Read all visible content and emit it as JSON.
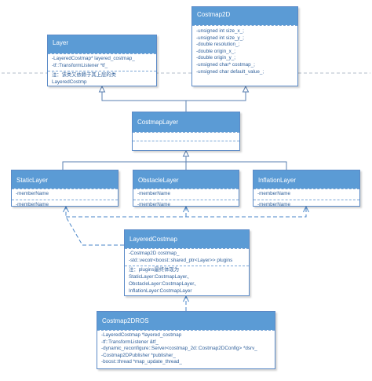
{
  "classes": {
    "layer": {
      "title": "Layer",
      "members": [
        "-LayeredCostmap* layered_costmap_",
        "-tf::TransformListener *tf_"
      ],
      "note": [
        "注：该类又依赖于其上层的类",
        "LayeredCostmp"
      ]
    },
    "costmap2d": {
      "title": "Costmap2D",
      "members": [
        "-unsigned int size_x_;",
        "-unsigned int size_y_;",
        "-double resolution_;",
        "-double origin_x_;",
        "-double origin_y_;",
        "-unsigned char* costmap_;",
        "-unsigned char default_value_;"
      ]
    },
    "costmaplayer": {
      "title": "CostmapLayer"
    },
    "staticlayer": {
      "title": "StaticLayer",
      "members": [
        "-memberName"
      ],
      "methods": [
        "-memberName"
      ]
    },
    "obstaclelayer": {
      "title": "ObstacleLayer",
      "members": [
        "-memberName"
      ],
      "methods": [
        "-memberName"
      ]
    },
    "inflationlayer": {
      "title": "InflationLayer",
      "members": [
        "-memberName"
      ],
      "methods": [
        "-memberName"
      ]
    },
    "layeredcostmap": {
      "title": "LayeredCostmap",
      "members": [
        "-Costmap2D costmap_",
        "-std::vecotr<boost::shared_ptr<Layer>> plugins"
      ],
      "note": [
        "注：plugins最终体现为",
        "StaticLayer:CostmapLayer、",
        "ObstacleLayer:CostmapLayer、",
        "InflationLayer:CostmapLayer"
      ]
    },
    "costmap2dros": {
      "title": "Costmap2DROS",
      "members": [
        "-LayeredCostmap *layered_costmap",
        "-tf::TransformListener &tf_",
        "-dynamic_reconfigure::Server<costmap_2d::Costmap2DConfig> *dsrv_",
        "-Costmap2DPublisher *publisher_",
        "-boost::thread *map_update_thread_"
      ]
    }
  },
  "colors": {
    "header": "#5b9bd5",
    "border": "#5b8ac7",
    "text": "#2e5f9a",
    "line": "#5a7fb0"
  }
}
